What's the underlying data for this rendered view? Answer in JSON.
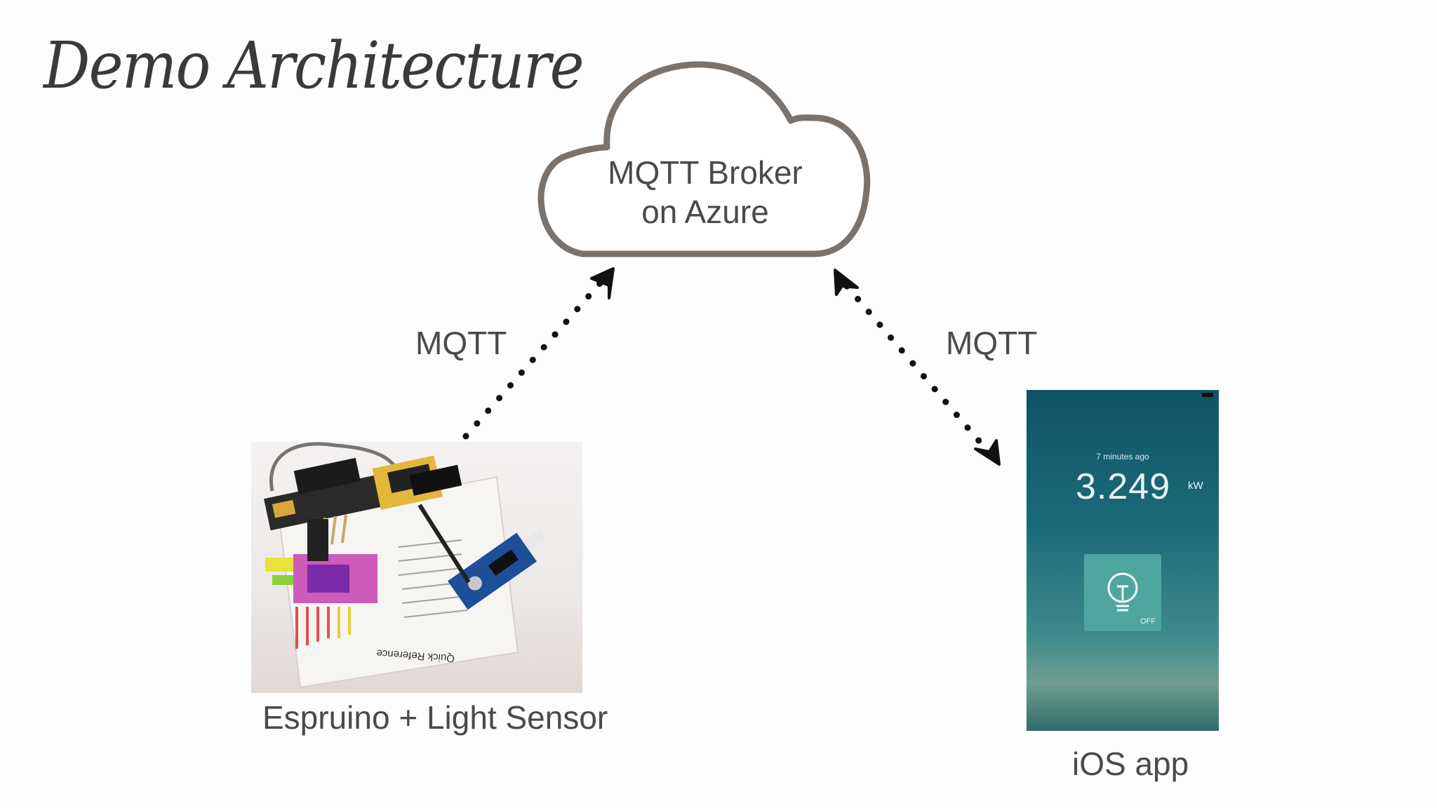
{
  "slide": {
    "title": "Demo Architecture"
  },
  "cloud": {
    "icon": "cloud-icon",
    "label_line1": "MQTT Broker",
    "label_line2": "on Azure",
    "stroke_color": "#7a726c"
  },
  "connections": [
    {
      "label": "MQTT",
      "from": "Espruino + Light Sensor",
      "to": "MQTT Broker on Azure"
    },
    {
      "label": "MQTT",
      "from": "MQTT Broker on Azure",
      "to": "iOS app"
    }
  ],
  "device": {
    "caption": "Espruino + Light Sensor",
    "card_text": "Quick Reference"
  },
  "phone_app": {
    "caption": "iOS app",
    "updated": "7 minutes ago",
    "value": "3.249",
    "unit": "kW",
    "bulb_state": "OFF",
    "bulb_icon": "lightbulb-icon"
  }
}
